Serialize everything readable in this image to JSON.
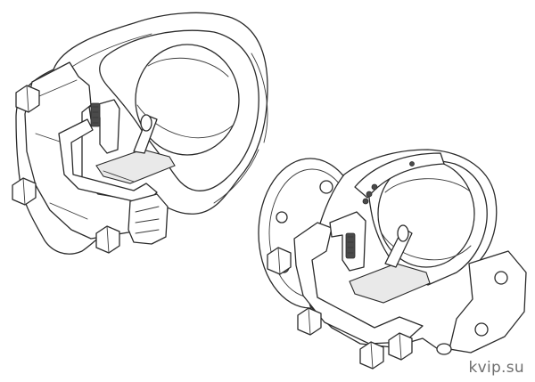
{
  "watermark": "kvip.su",
  "figure": {
    "left_valve": "ball-float-trap-cutaway-left",
    "right_valve": "ball-float-trap-cutaway-right"
  }
}
